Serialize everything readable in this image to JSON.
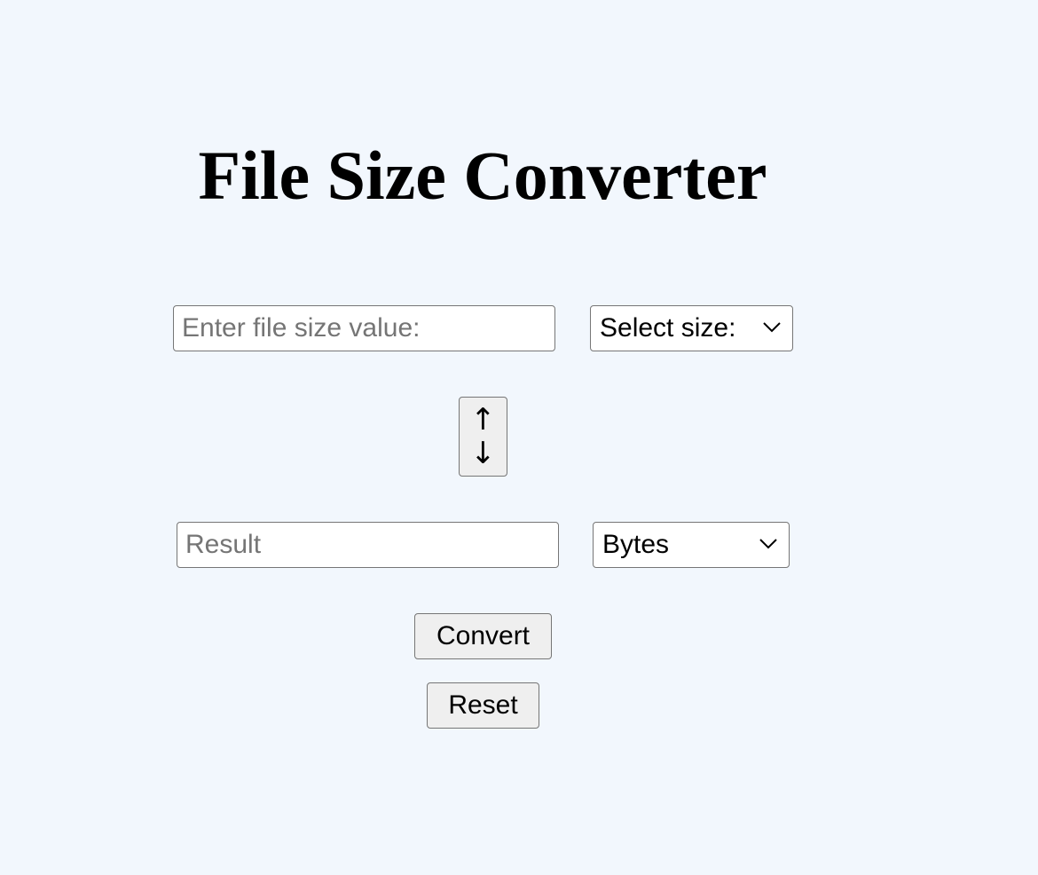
{
  "page": {
    "title": "File Size Converter"
  },
  "input": {
    "placeholder": "Enter file size value:",
    "value": "",
    "unit_select": {
      "selected": "Select size:"
    }
  },
  "swap": {
    "up_arrow": "↑",
    "down_arrow": "↓"
  },
  "output": {
    "placeholder": "Result",
    "value": "",
    "unit_select": {
      "selected": "Bytes"
    }
  },
  "actions": {
    "convert_label": "Convert",
    "reset_label": "Reset"
  },
  "colors": {
    "background": "#f2f7fd",
    "button_bg": "#efefef",
    "border": "#767676",
    "placeholder": "#757575"
  }
}
